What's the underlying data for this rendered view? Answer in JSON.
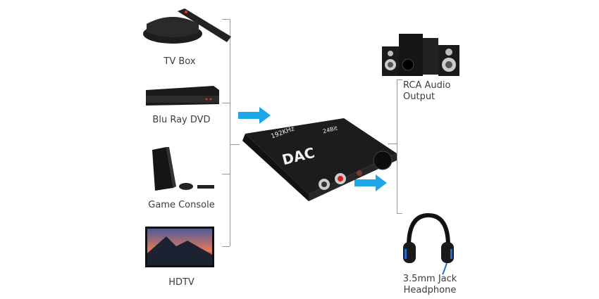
{
  "inputs": [
    {
      "label": "TV Box",
      "icon": "tv-box-icon"
    },
    {
      "label": "Blu Ray DVD",
      "icon": "bluray-player-icon"
    },
    {
      "label": "Game Console",
      "icon": "game-console-icon"
    },
    {
      "label": "HDTV",
      "icon": "hdtv-icon"
    }
  ],
  "outputs": [
    {
      "label_line1": "RCA Audio",
      "label_line2": "Output",
      "icon": "speakers-icon"
    },
    {
      "label_line1": "3.5mm Jack",
      "label_line2": "Headphone",
      "icon": "headphone-icon"
    }
  ],
  "device": {
    "freq": "192KHz",
    "name": "DAC",
    "bits": "24Bit"
  },
  "colors": {
    "arrow": "#1ea7e8",
    "line": "#9a9a9a",
    "device": "#1c1c1e"
  }
}
